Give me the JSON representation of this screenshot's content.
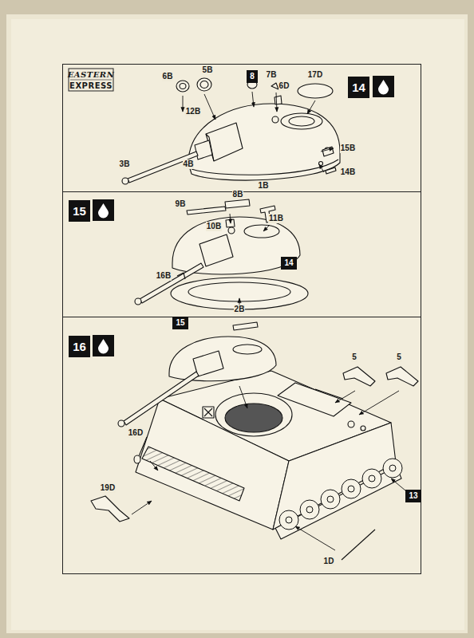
{
  "diagram": {
    "nodes": [
      {
        "text": [
          "14"
        ]
      },
      {
        "text": [
          "15"
        ]
      },
      {
        "text": [
          "16"
        ]
      }
    ],
    "labels": [
      "EASTERN",
      "EXPRESS",
      "6B",
      "5B",
      "12B",
      "8",
      "7B",
      "6D",
      "17D",
      "4B",
      "3B",
      "15B",
      "14B",
      "1B",
      "9B",
      "8B",
      "11B",
      "10B",
      "16B",
      "14",
      "2B",
      "15",
      "5",
      "5",
      "16D",
      "19D",
      "13",
      "1D"
    ]
  }
}
